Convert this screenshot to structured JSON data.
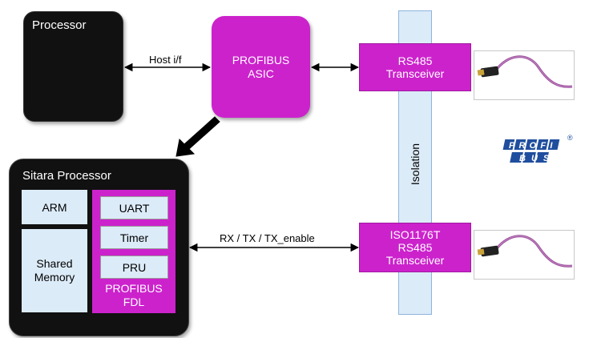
{
  "processor": {
    "title": "Processor"
  },
  "asic": {
    "label": "PROFIBUS\nASIC"
  },
  "host_if": {
    "label": "Host i/f"
  },
  "isolation": {
    "label": "Isolation"
  },
  "transceiver_top": {
    "label": "RS485\nTransceiver"
  },
  "transceiver_bottom": {
    "label": "ISO1176T\nRS485\nTransceiver"
  },
  "sitara": {
    "title": "Sitara Processor",
    "arm": "ARM",
    "shared_memory": "Shared\nMemory",
    "uart": "UART",
    "timer": "Timer",
    "pru": "PRU",
    "fdl": "PROFIBUS\nFDL"
  },
  "rx_link": {
    "label": "RX / TX / TX_enable"
  },
  "logo": {
    "top": "PROFI",
    "bottom": "BUS",
    "registered": "®"
  },
  "colors": {
    "magenta": "#cc22cc",
    "light_blue": "#dcebf8",
    "dark": "#111111",
    "logo_blue": "#1f4e9e"
  }
}
